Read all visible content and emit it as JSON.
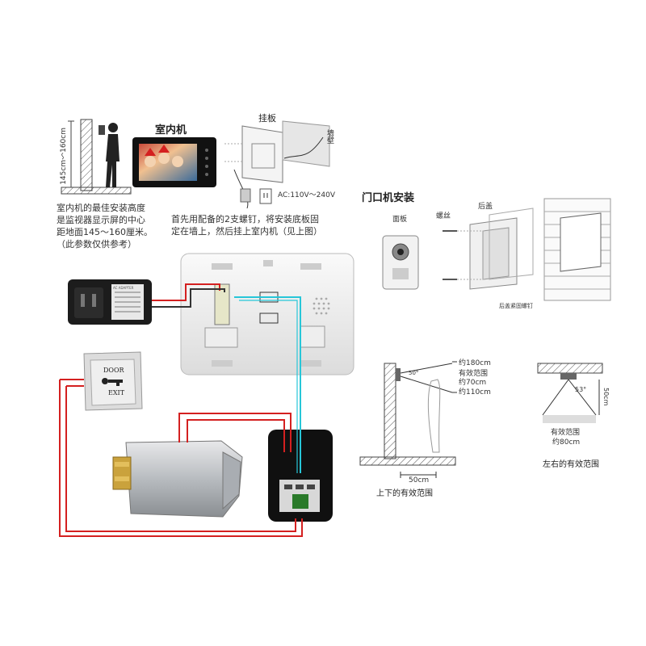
{
  "indoor": {
    "title": "室内机",
    "height_range": "145cm～160cm",
    "mount_plate": "挂板",
    "wall": "墙壁",
    "power": "AC:110V～240V",
    "note_height": "室内机的最佳安装高度\n是监视器显示屏的中心\n距地面145～160厘米。\n（此参数仅供参考）",
    "note_mount": "首先用配备的2支螺钉，将安装底板固\n定在墙上，然后挂上室内机（见上图）"
  },
  "outdoor": {
    "title": "门口机安装",
    "panel": "面板",
    "screw": "螺丝",
    "back_cover": "后盖",
    "fix_screw": "后盖紧固螺钉"
  },
  "vertical_range": {
    "caption": "上下的有效范围",
    "h180": "约180cm",
    "effective": "有效范围",
    "h70": "约70cm",
    "h110": "约110cm",
    "dist": "50cm",
    "angle": "50°"
  },
  "horizontal_range": {
    "caption": "左右的有效范围",
    "angle": "53°",
    "dist": "50cm",
    "effective": "有效范围",
    "w80": "约80cm"
  },
  "door_button": {
    "line1": "DOOR",
    "line2": "EXIT"
  },
  "adapter_label": "AC ADAPTER",
  "colors": {
    "red_wire": "#d42020",
    "cyan_wire": "#27c6d8",
    "dark_wire": "#333333"
  }
}
